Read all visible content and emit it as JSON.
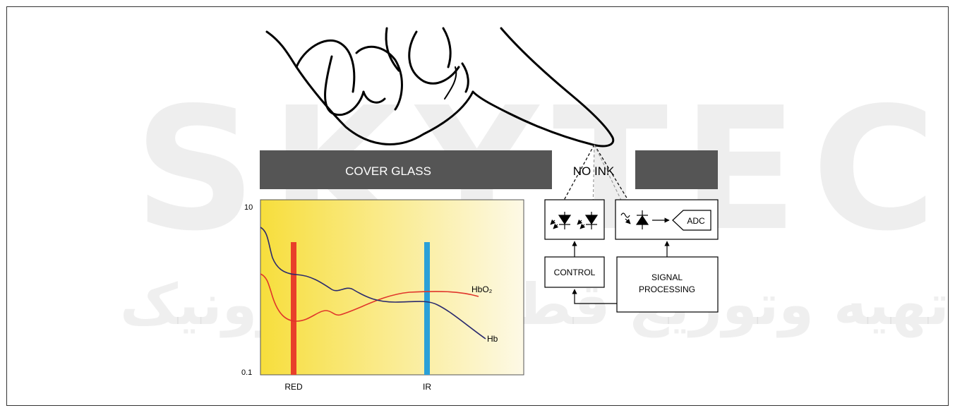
{
  "watermark": {
    "brand": "SKYTECH",
    "arabic": "تهیه وتوزیع قطعات الکترونیک"
  },
  "labels": {
    "cover_glass": "COVER GLASS",
    "no_ink": "NO INK",
    "adc": "ADC",
    "control": "CONTROL",
    "signal_processing_line1": "SIGNAL",
    "signal_processing_line2": "PROCESSING"
  },
  "chart_data": {
    "type": "line",
    "y_ticks": [
      "10",
      "0.1"
    ],
    "x_labels": [
      "RED",
      "IR"
    ],
    "series": [
      {
        "name": "HbO₂",
        "color": "#e0352b"
      },
      {
        "name": "Hb",
        "color": "#2a2a6e"
      }
    ],
    "bands": [
      {
        "name": "RED",
        "color": "#e8402a"
      },
      {
        "name": "IR",
        "color": "#2aa0d8"
      }
    ],
    "background_gradient": [
      "#f7de3c",
      "#fdf9e6"
    ]
  },
  "colors": {
    "glass": "#555555",
    "outline": "#000000"
  }
}
